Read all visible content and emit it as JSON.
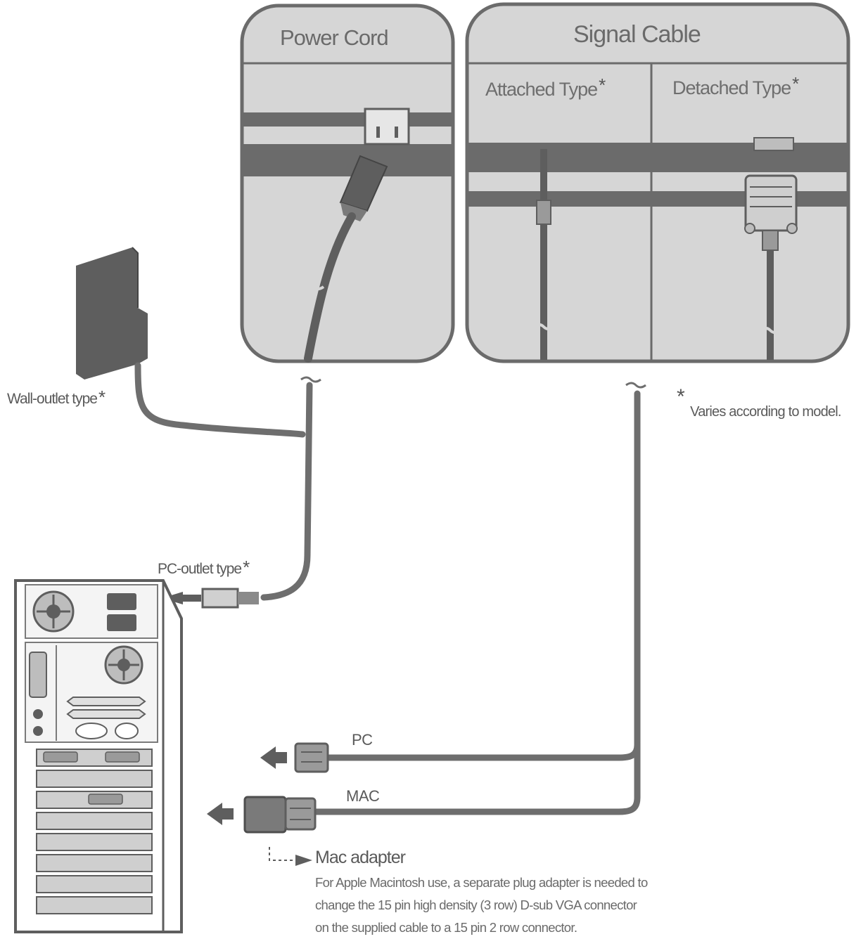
{
  "panels": {
    "power": {
      "title": "Power Cord"
    },
    "signal": {
      "title": "Signal Cable",
      "attached": {
        "label": "Attached Type",
        "star": "*"
      },
      "detached": {
        "label": "Detached Type",
        "star": "*"
      }
    }
  },
  "labels": {
    "wall_outlet": {
      "text": "Wall-outlet type",
      "star": "*"
    },
    "pc_outlet": {
      "text": "PC-outlet type",
      "star": "*"
    },
    "varies_note": {
      "star": "*",
      "text": "Varies according to model."
    },
    "pc": "PC",
    "mac": "MAC"
  },
  "mac_adapter": {
    "title": "Mac adapter",
    "lines": [
      "For Apple Macintosh use, a separate plug adapter is needed to",
      "change the 15 pin high density (3 row) D-sub VGA connector",
      "on the supplied cable to a 15 pin 2 row connector."
    ]
  },
  "colors": {
    "panel_fill": "#d6d6d6",
    "panel_border": "#6b6b6b",
    "cable": "#6e6e6e",
    "dark": "#5e5e5e"
  }
}
